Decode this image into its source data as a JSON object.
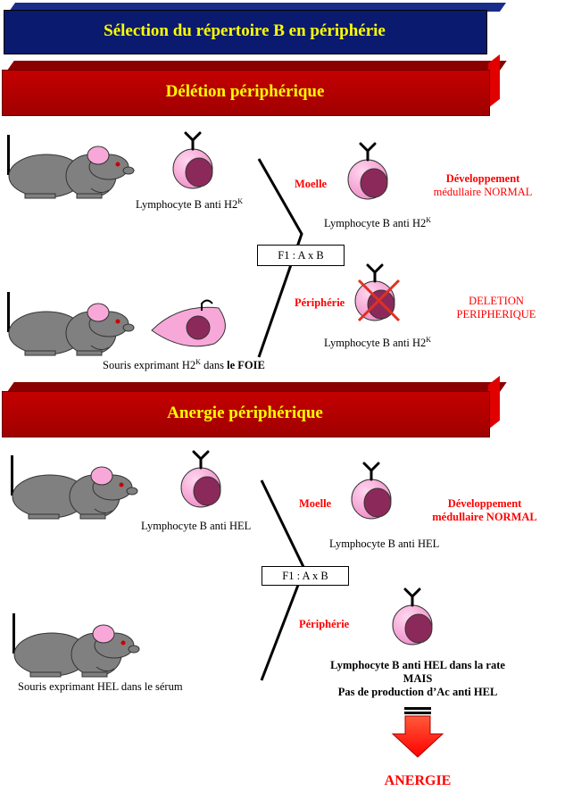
{
  "title": "Sélection du répertoire B en périphérie",
  "section_deletion": {
    "banner": "Délétion périphérique",
    "cell_label_1": "Lymphocyte B anti H2",
    "cell_label_1_sup": "K",
    "cross_label": "F1 : A x B",
    "moelle": "Moelle",
    "moelle_result_line1": "Développement",
    "moelle_result_line2": "médullaire NORMAL",
    "moelle_cell_label": "Lymphocyte B anti H2",
    "moelle_cell_label_sup": "K",
    "peripherie": "Périphérie",
    "peripherie_result_line1": "DELETION",
    "peripherie_result_line2": "PERIPHERIQUE",
    "peripherie_cell_label": "Lymphocyte B anti H2",
    "peripherie_cell_label_sup": "K",
    "mouse2_label": "Souris exprimant H2",
    "mouse2_label_sup": "K",
    "mouse2_label_mid": " dans ",
    "mouse2_label_bold": "le FOIE"
  },
  "section_anergy": {
    "banner": "Anergie périphérique",
    "cell_label_1": "Lymphocyte B anti HEL",
    "cross_label": "F1 : A x B",
    "moelle": "Moelle",
    "moelle_result_line1": "Développement",
    "moelle_result_line2": "médullaire NORMAL",
    "moelle_cell_label": "Lymphocyte B anti HEL",
    "peripherie": "Périphérie",
    "mouse2_label": "Souris exprimant HEL dans le sérum",
    "result_line1": "Lymphocyte B anti HEL dans la rate",
    "result_line2": "MAIS",
    "result_line3": "Pas de production d’Ac anti HEL",
    "conclusion": "ANERGIE"
  },
  "colors": {
    "title_banner": "#0a1a6e",
    "section_banner": "#c40000",
    "banner_text": "#ffff00",
    "highlight_text": "#ff0000",
    "cell_outer": "#f7a8d8",
    "cell_nucleus": "#8b2a5a",
    "mouse_body": "#808080",
    "mouse_ear": "#f7a8d8"
  }
}
